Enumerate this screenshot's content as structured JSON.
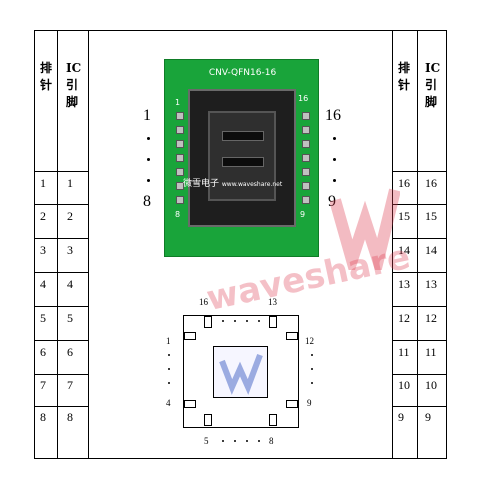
{
  "headers": {
    "left_col1": "排\n针",
    "left_col2": "IC\n引\n脚",
    "right_col1": "排\n针",
    "right_col2": "IC\n引\n脚"
  },
  "left_rows": [
    {
      "pin": "1",
      "ic": "1"
    },
    {
      "pin": "2",
      "ic": "2"
    },
    {
      "pin": "3",
      "ic": "3"
    },
    {
      "pin": "4",
      "ic": "4"
    },
    {
      "pin": "5",
      "ic": "5"
    },
    {
      "pin": "6",
      "ic": "6"
    },
    {
      "pin": "7",
      "ic": "7"
    },
    {
      "pin": "8",
      "ic": "8"
    }
  ],
  "right_rows": [
    {
      "pin": "16",
      "ic": "16"
    },
    {
      "pin": "15",
      "ic": "15"
    },
    {
      "pin": "14",
      "ic": "14"
    },
    {
      "pin": "13",
      "ic": "13"
    },
    {
      "pin": "12",
      "ic": "12"
    },
    {
      "pin": "11",
      "ic": "11"
    },
    {
      "pin": "10",
      "ic": "10"
    },
    {
      "pin": "9",
      "ic": "9"
    }
  ],
  "board": {
    "title": "CNV-QFN16-16",
    "pin_top_left": "1",
    "pin_top_right": "16",
    "pin_bottom_left": "8",
    "pin_bottom_right": "9",
    "brand_text": "微雪电子",
    "brand_url": "www.waveshare.net"
  },
  "side_labels": {
    "left_top": "1",
    "left_bottom": "8",
    "right_top": "16",
    "right_bottom": "9"
  },
  "watermark": "waveshare",
  "diagram": {
    "label_16": "16",
    "label_13": "13",
    "label_1": "1",
    "label_4": "4",
    "label_12": "12",
    "label_9": "9",
    "label_5": "5",
    "label_8": "8"
  },
  "colors": {
    "board_green": "#19a43a",
    "watermark_red": "#dc3c50"
  }
}
